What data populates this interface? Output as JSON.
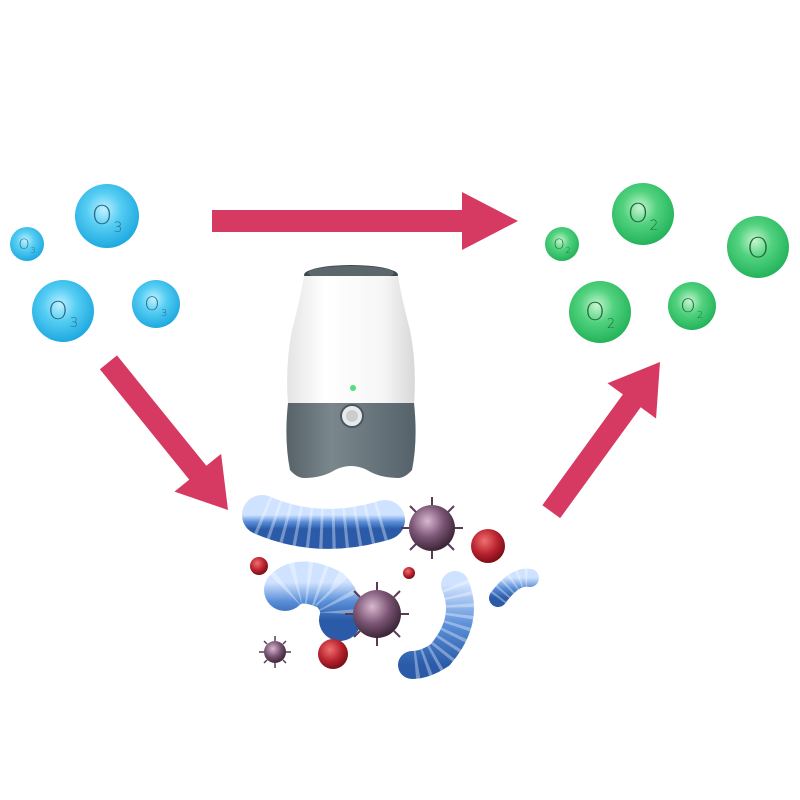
{
  "colors": {
    "arrow": "#d63a62",
    "ozone_fill": "#4cc8f0",
    "oxygen_fill": "#4bd07c",
    "device_white": "#f5f5f5",
    "device_gray": "#6b7a80",
    "bacteria_blue": "#5a8fd8",
    "virus_purple": "#7a5574",
    "virus_red": "#b8222e"
  },
  "ozone_molecules": [
    {
      "symbol": "O",
      "sub": "3"
    },
    {
      "symbol": "O",
      "sub": "3"
    },
    {
      "symbol": "O",
      "sub": "3"
    },
    {
      "symbol": "O",
      "sub": "3"
    }
  ],
  "oxygen_molecules": [
    {
      "symbol": "O",
      "sub": "2"
    },
    {
      "symbol": "O",
      "sub": "2"
    },
    {
      "symbol": "O",
      "sub": ""
    },
    {
      "symbol": "O",
      "sub": "2"
    },
    {
      "symbol": "O",
      "sub": "2"
    }
  ],
  "icons": {
    "device": "ozone-purifier-device-icon",
    "germs": "germs-cluster-icon",
    "arrows": "flow-arrow-icon"
  }
}
